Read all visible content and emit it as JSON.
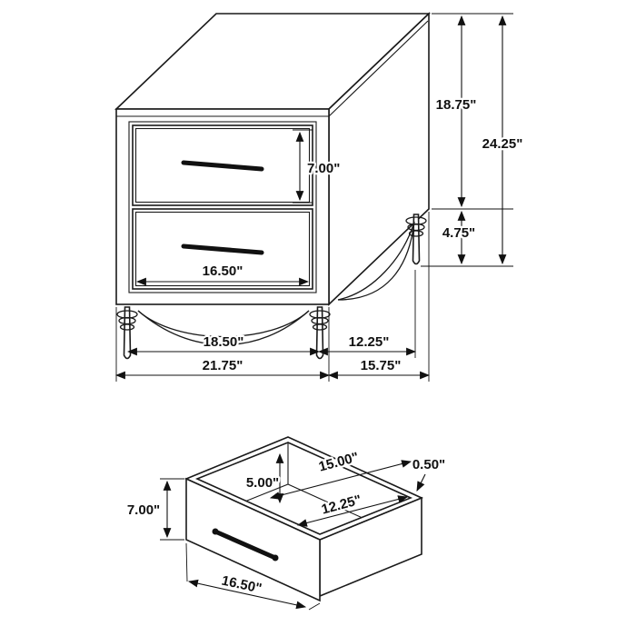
{
  "colors": {
    "line": "#1a1a1a",
    "background": "#ffffff"
  },
  "nightstand": {
    "drawer_front_height": "7.00\"",
    "drawer_front_width": "16.50\"",
    "case_height": "18.75\"",
    "overall_height": "24.25\"",
    "leg_height": "4.75\"",
    "front_leg_span": "18.50\"",
    "side_leg_span": "12.25\"",
    "overall_width": "21.75\"",
    "overall_depth": "15.75\""
  },
  "drawer": {
    "interior_width": "15.00\"",
    "wall_thickness": "0.50\"",
    "interior_height": "5.00\"",
    "interior_depth": "12.25\"",
    "front_height": "7.00\"",
    "front_width": "16.50\""
  }
}
